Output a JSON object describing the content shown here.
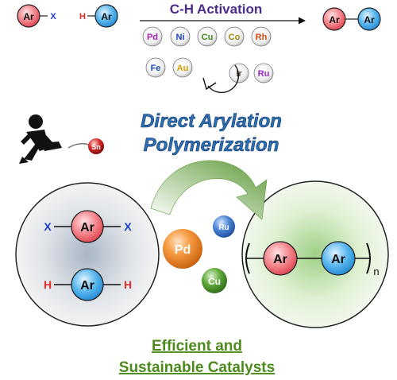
{
  "colors": {
    "ar_red": "#f06a72",
    "ar_blue": "#3aa5e8",
    "title_purple": "#4a2a8a",
    "headline_blue": "#2d6fb5",
    "footer_green": "#4d8a1c",
    "pd": "#f08a2c",
    "ru": "#3f78c9",
    "cu": "#4e9a2e",
    "halogen_blue": "#1a3fc8",
    "hydrogen_red": "#e02a2a"
  },
  "top_scheme": {
    "arx_ring": "Ar",
    "arx_sub": "X",
    "har_h": "H",
    "har_ring": "Ar",
    "arrow_label": "C-H Activation",
    "product_left": "Ar",
    "product_right": "Ar"
  },
  "metals": [
    {
      "symbol": "Pd",
      "color": "#a21fb0"
    },
    {
      "symbol": "Ni",
      "color": "#1a3fc8"
    },
    {
      "symbol": "Cu",
      "color": "#3c8a1e"
    },
    {
      "symbol": "Co",
      "color": "#a08a15"
    },
    {
      "symbol": "Rh",
      "color": "#d04a10"
    },
    {
      "symbol": "Fe",
      "color": "#1a4fb0"
    },
    {
      "symbol": "Au",
      "color": "#d9a000"
    },
    {
      "symbol": "Ir",
      "color": "#5a4a3a"
    },
    {
      "symbol": "Ru",
      "color": "#9a2ad0"
    }
  ],
  "tin_label": "Sn",
  "headline": {
    "line1": "Direct Arylation",
    "line2": "Polymerization"
  },
  "monomers": {
    "x_left": "X",
    "x_ring": "Ar",
    "x_right": "X",
    "h_left": "H",
    "h_ring": "Ar",
    "h_right": "H"
  },
  "catalysts": {
    "pd": "Pd",
    "ru": "Ru",
    "cu": "Cu"
  },
  "polymer": {
    "ring_a": "Ar",
    "ring_b": "Ar",
    "subscript": "n"
  },
  "footer": {
    "line1": "Efficient and",
    "line2": "Sustainable Catalysts"
  }
}
